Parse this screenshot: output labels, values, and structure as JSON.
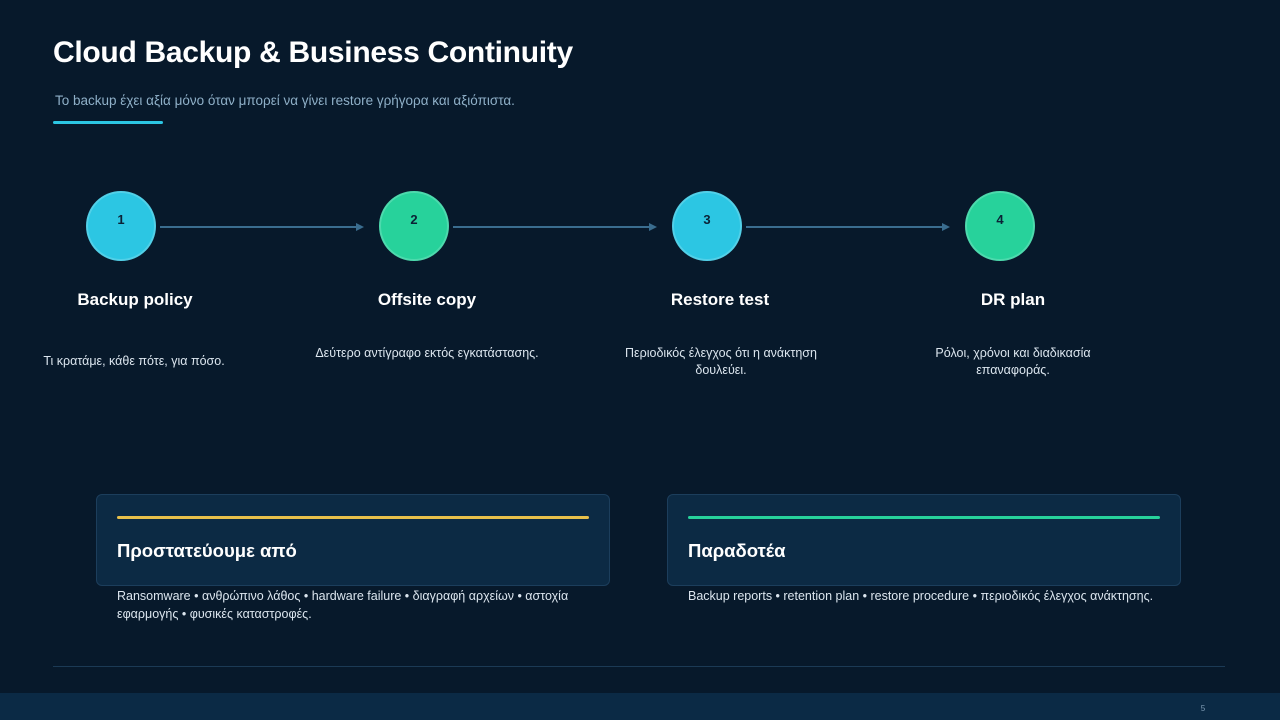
{
  "slide": {
    "title": "Cloud Backup & Business Continuity",
    "subtitle": "Το backup έχει αξία μόνο όταν μπορεί να γίνει restore γρήγορα και αξιόπιστα.",
    "accent_color": "#2cc6e3"
  },
  "steps": [
    {
      "number": "1",
      "title": "Backup policy",
      "description": "Τι κρατάμε, κάθε πότε, για πόσο.",
      "color": "#2cc6e3"
    },
    {
      "number": "2",
      "title": "Offsite copy",
      "description": "Δεύτερο αντίγραφο εκτός εγκατάστασης.",
      "color": "#27d29b"
    },
    {
      "number": "3",
      "title": "Restore test",
      "description": "Περιοδικός έλεγχος ότι η ανάκτηση δουλεύει.",
      "color": "#2cc6e3"
    },
    {
      "number": "4",
      "title": "DR plan",
      "description": "Ρόλοι, χρόνοι και διαδικασία επαναφοράς.",
      "color": "#27d29b"
    }
  ],
  "cards": [
    {
      "title": "Προστατεύουμε από",
      "text": "Ransomware • ανθρώπινο λάθος • hardware failure • διαγραφή αρχείων • αστοχία εφαρμογής • φυσικές καταστροφές.",
      "accent_color": "#e8c04a"
    },
    {
      "title": "Παραδοτέα",
      "text": "Backup reports • retention plan • restore procedure • περιοδικός έλεγχος ανάκτησης.",
      "accent_color": "#27d29b"
    }
  ],
  "footer": {
    "page_number": "5"
  }
}
